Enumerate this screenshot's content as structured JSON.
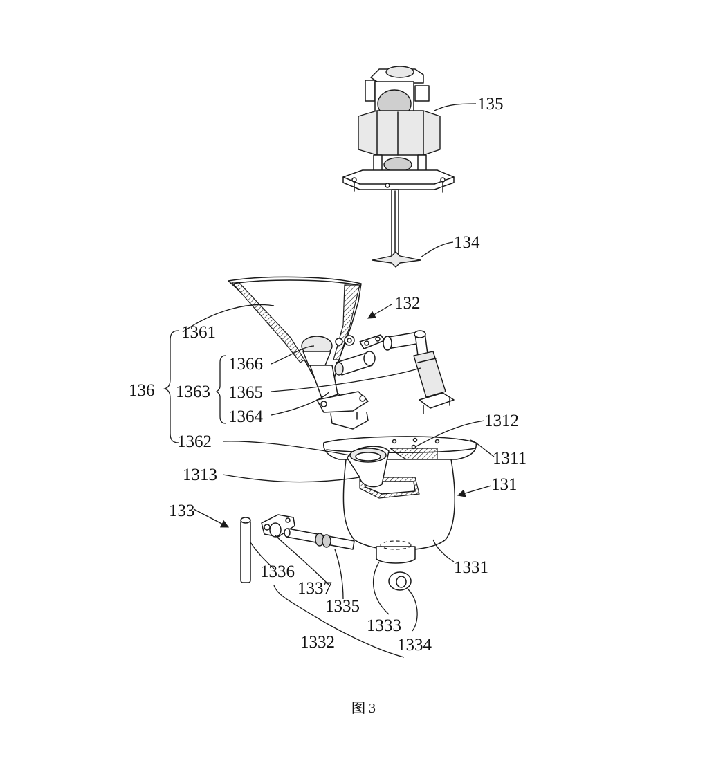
{
  "labels": {
    "motor": "135",
    "stirrer": "134",
    "hopper_arrow": "132",
    "funnel_cone": "1361",
    "feed_assembly": "136",
    "part_1366": "1366",
    "part_1363": "1363",
    "part_1365": "1365",
    "part_1364": "1364",
    "part_1362": "1362",
    "part_1312": "1312",
    "part_1311": "1311",
    "part_1313": "1313",
    "bowl_arrow": "131",
    "valve_group": "133",
    "part_1331": "1331",
    "part_1336": "1336",
    "part_1337": "1337",
    "part_1335": "1335",
    "part_1333": "1333",
    "part_1332": "1332",
    "part_1334": "1334"
  },
  "caption": "图 3"
}
